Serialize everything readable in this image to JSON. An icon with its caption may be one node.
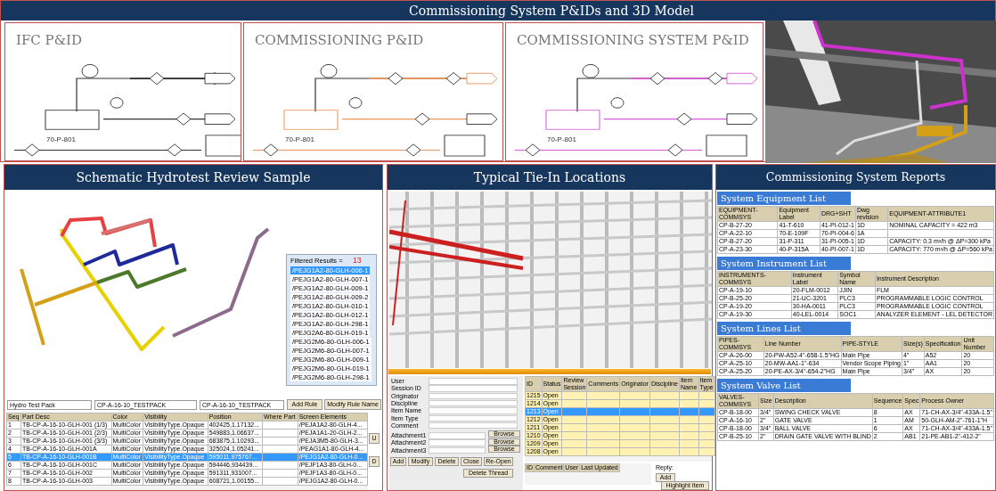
{
  "diagram": {
    "nodes": [
      {
        "text": [
          "Commissioning System P&IDs and 3D Model"
        ]
      },
      {
        "text": [
          "IFC P&ID",
          "70-P-801"
        ],
        "in": 0
      },
      {
        "text": [
          "COMMISSIONING P&ID",
          "70-P-801"
        ],
        "in": 0
      },
      {
        "text": [
          "COMMISSIONING SYSTEM P&ID",
          "70-P-801"
        ],
        "in": 0
      },
      {
        "text": [],
        "shape": "picture",
        "in": 0
      },
      {
        "text": [
          "Schematic Hydrotest Review Sample"
        ]
      },
      {
        "text": [],
        "shape": "picture",
        "in": 5
      },
      {
        "text": [
          "Filtered Results =",
          "13",
          "/PEJG1A2-80-GLH-006-1",
          "/PEJG1A2-80-GLH-007-1",
          "/PEJG1A2-80-GLH-009-1",
          "/PEJG1A2-80-GLH-009-2",
          "/PEJG1A2-80-GLH-010-1",
          "/PEJG1A2-80-GLH-012-1",
          "/PEJG1A2-80-GLH-298-1",
          "/PEJG2A6-80-GLH-019-1",
          "/PEJG2M6-80-GLH-006-1",
          "/PEJG2M6-80-GLH-007-1",
          "/PEJG2M6-80-GLH-009-1",
          "/PEJG2M6-80-GLH-019-1",
          "/PEJG2M6-80-GLH-298-1"
        ],
        "in": 5
      },
      {
        "text": [
          "Seq",
          "Part Desc",
          "Color",
          "Visibility",
          "Position",
          "Where Part",
          "Screen Elements",
          "1",
          "TB-CP-A-16-10-GLH-001 (1/3)",
          "MultiColor",
          "VisibilityType.Opaque",
          "402425,1.17132...",
          "/PEJA1A2-80-GLH-4...",
          "2",
          "TB-CP-A-16-10-GLH-001 (2/3)",
          "MultiColor",
          "VisibilityType.Opaque",
          "549883,1.06637...",
          "/PEJA1A1-20-GLH-2...",
          "3",
          "TB-CP-A-16-10-GLH-001 (3/3)",
          "MultiColor",
          "VisibilityType.Opaque",
          "683875,1.10293...",
          "/PEJA3M5-80-GLH-3...",
          "4",
          "TB-CP-A-16-10-GLH-001A",
          "MultiColor",
          "VisibilityType.Opaque",
          "325024,1.05241...",
          "/PEAG1A1-80-GLH-4...",
          "5",
          "TB-CP-A-16-10-GLH-001B",
          "MultiColor",
          "VisibilityType.Opaque",
          "595011,975767...",
          "/PEJG1A2-80-GLH-0...",
          "6",
          "TB-CP-A-16-10-GLH-001C",
          "MultiColor",
          "VisibilityType.Opaque",
          "594446,934439...",
          "/PEJF1A3-80-GLH-0...",
          "7",
          "TB-CP-A-16-10-GLH-002",
          "MultiColor",
          "VisibilityType.Opaque",
          "591311,931007...",
          "/PEJF1A3-80-GLH-0...",
          "8",
          "TB-CP-A-16-10-GLH-003",
          "MultiColor",
          "VisibilityType.Opaque",
          "608721,1.00155...",
          "/PEJG1A2-80-GLH-0..."
        ],
        "in": 5
      },
      {
        "text": [
          "Typical Tie-In Locations"
        ]
      },
      {
        "text": [],
        "shape": "picture",
        "in": 9
      },
      {
        "text": [
          "User",
          "Session ID",
          "Originator",
          "Discipline",
          "Item Name",
          "Item Type",
          "Comment",
          "Attachment1",
          "Attachment2",
          "Attachment3"
        ],
        "in": 9
      },
      {
        "text": [
          "ID",
          "Status",
          "Review Session",
          "Comments",
          "Originator",
          "Discipline",
          "Item Name",
          "Item Type",
          "1215",
          "Open",
          "1214",
          "Open",
          "1213",
          "Open",
          "1212",
          "Open",
          "1211",
          "Open",
          "1210",
          "Open",
          "1209",
          "Open",
          "1208",
          "Open"
        ],
        "in": 9
      },
      {
        "text": [
          "ID",
          "Comment",
          "User",
          "Last Updated"
        ],
        "in": 9
      },
      {
        "text": [
          "Commissioning System Reports"
        ]
      },
      {
        "text": [
          "System Equipment List",
          "EQUIPMENT-COMMSYS",
          "Equipment Label",
          "DRG+SHT",
          "Dwg revision",
          "EQUIPMENT-ATTRIBUTE1",
          "CP-B-27-20",
          "41-T-610",
          "41-PI-012-1",
          "1D",
          "NOMINAL CAPACITY = 422 m3",
          "CP-A-22-10",
          "70-E-109F",
          "70-PI-004-6",
          "1A",
          "CP-B-27-20",
          "31-P-311",
          "31-PI-005-1",
          "1D",
          "CAPACITY: 0.3 m³/h @ ΔP=300 kPa",
          "CP-A-23-30",
          "40-P-315A",
          "40-PI-007-1",
          "1D",
          "CAPACITY: 770 m³/h @ ΔP=560 kPa"
        ],
        "in": 14
      },
      {
        "text": [
          "System Instrument List",
          "INSTRUMENTS-COMMSYS",
          "Instrument Label",
          "Symbol Name",
          "Instrument Description",
          "CP-A-19-10",
          "20-FLM-0012",
          "JJIN",
          "FLM",
          "CP-B-25-20",
          "21-UC-3201",
          "PLC3",
          "PROGRAMMABLE LOGIC CONTROL",
          "CP-A-19-20",
          "30-HA-0011",
          "PLC3",
          "PROGRAMMABLE LOGIC CONTROL",
          "CP-A-19-30",
          "40-LEL-0014",
          "SOC1",
          "ANALYZER ELEMENT - LEL DETECTOR"
        ],
        "in": 14
      },
      {
        "text": [
          "System Lines  List",
          "PIPES-COMMSYS",
          "Line Number",
          "PIPE-STYLE",
          "Size(s)",
          "Specification",
          "Unit Number",
          "CP-A-26-00",
          "20-PW-A52-4\"-658-1.5\"HG",
          "Main Pipe",
          "4\"",
          "A52",
          "20",
          "CP-A-25-10",
          "20-MW-AA1-1\"-634",
          "Vendor Scope Piping",
          "1\"",
          "AA1",
          "20",
          "CP-A-25-20",
          "20-PE-AX-3/4\"-654-2\"HG",
          "Main Pipe",
          "3/4\"",
          "AX",
          "20"
        ],
        "in": 14
      },
      {
        "text": [
          "System Valve List",
          "VALVES-COMMSYS",
          "Size",
          "Description",
          "Sequence",
          "Spec",
          "Process Owner",
          "CP-B-18-00",
          "3/4\"",
          "SWING CHECK VALVE",
          "8",
          "AX",
          "71-CH-AX-3/4\"-433A-1.5\"",
          "CP-A-16-10",
          "2\"",
          "GATE VALVE",
          "1",
          "AM",
          "50-GLH-AM-2\"-761-1\"H",
          "CP-B-18-00",
          "3/4\"",
          "BALL VALVE",
          "6",
          "AX",
          "71-CH-AX-3/4\"-433A-1.5\"",
          "CP-B-25-10",
          "2\"",
          "DRAIN GATE VALVE WITH BLIND",
          "2",
          "AB1",
          "21-PE-AB1-2\"-412-2\""
        ],
        "in": 14
      }
    ],
    "edges": [],
    "labels": [
      "Hydro Test Pack",
      "CP-A-16-10_TESTPACK",
      "CP-A-16-10_TESTPACK",
      "Add Rule",
      "Modify Rule Name",
      "U",
      "D",
      "Browse",
      "Browse",
      "Browse",
      "Add",
      "Modify",
      "Delete",
      "Close",
      "Re-Open",
      "Delete Thread",
      "Reply:",
      "Add",
      "Highlight Item"
    ]
  }
}
